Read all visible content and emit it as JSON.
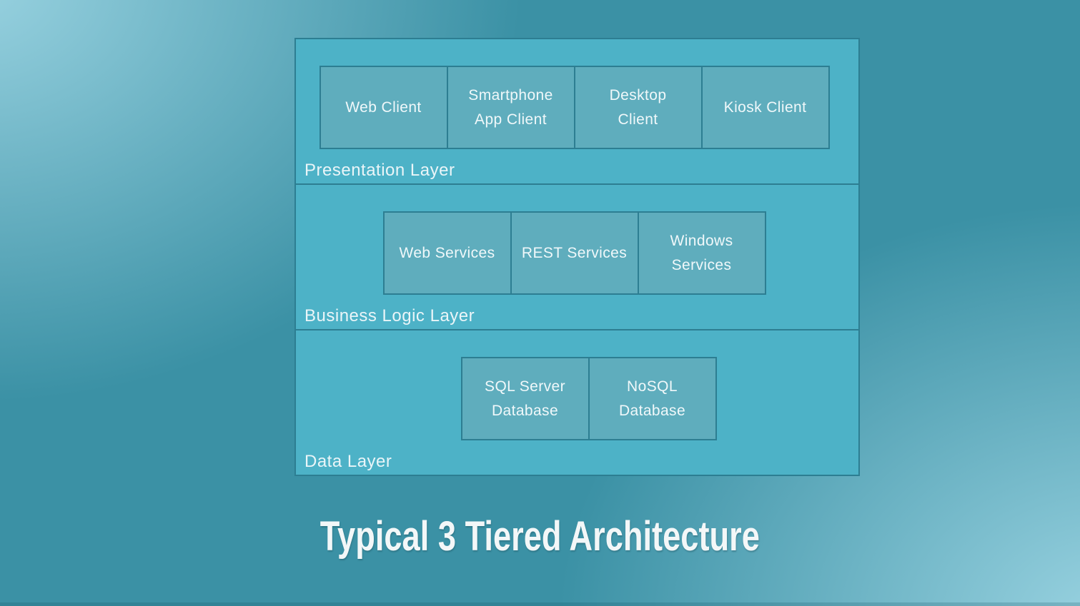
{
  "slide": {
    "title": "Typical 3 Tiered Architecture"
  },
  "diagram": {
    "layers": [
      {
        "label": "Presentation Layer",
        "boxes": [
          {
            "label": "Web Client"
          },
          {
            "label": "Smartphone\nApp Client"
          },
          {
            "label": "Desktop\nClient"
          },
          {
            "label": "Kiosk Client"
          }
        ]
      },
      {
        "label": "Business Logic Layer",
        "boxes": [
          {
            "label": "Web Services"
          },
          {
            "label": "REST Services"
          },
          {
            "label": "Windows\nServices"
          }
        ]
      },
      {
        "label": "Data Layer",
        "boxes": [
          {
            "label": "SQL Server\nDatabase"
          },
          {
            "label": "NoSQL\nDatabase"
          }
        ]
      }
    ]
  },
  "colors": {
    "background_base": "#3b91a5",
    "background_highlight": "#9ad3e1",
    "layer_fill": "#4db2c7",
    "box_fill": "#5fadbd",
    "border": "#2d7e92",
    "text": "#f0f8fa"
  }
}
